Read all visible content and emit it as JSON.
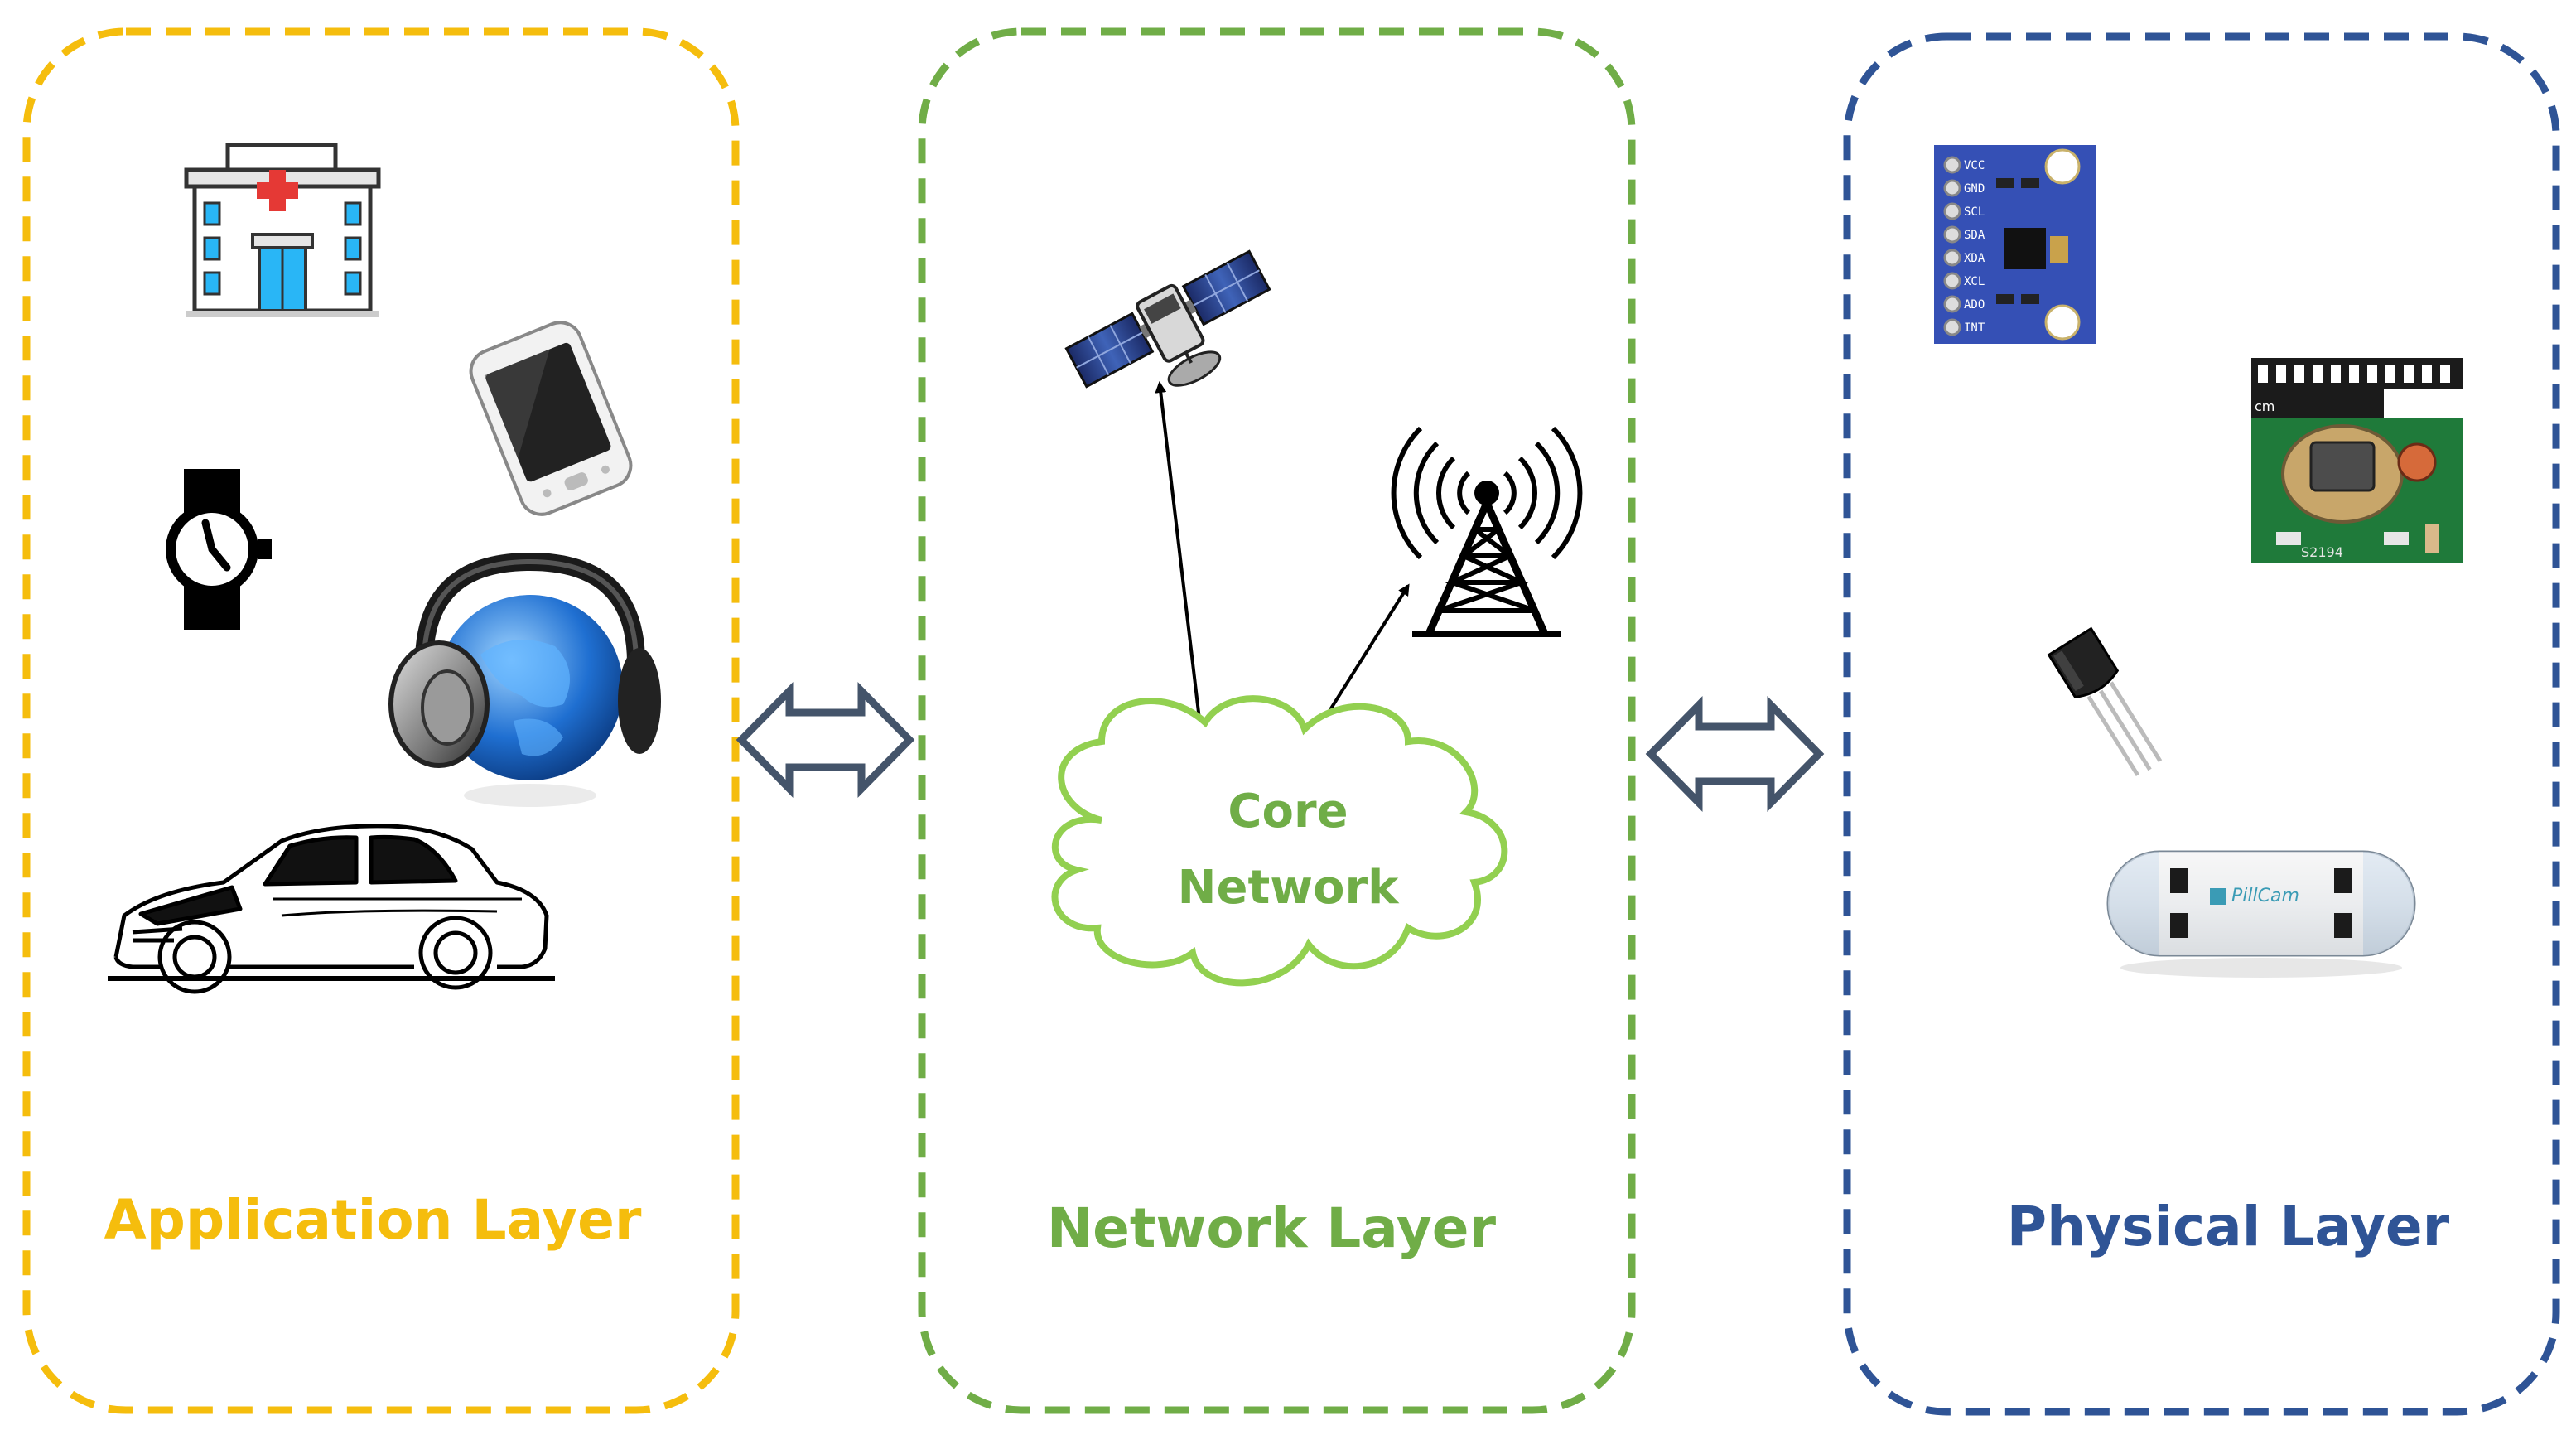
{
  "colors": {
    "application": "#F5BD0D",
    "network": "#70AD47",
    "physical": "#2F5496",
    "arrow_outline": "#44546A",
    "cloud_text": "#70AD47"
  },
  "layers": {
    "application": {
      "title": "Application Layer",
      "icons": [
        "hospital-icon",
        "smartphone-icon",
        "smartwatch-icon",
        "headphones-globe-icon",
        "car-icon"
      ]
    },
    "network": {
      "title": "Network Layer",
      "cloud": {
        "line1": "Core",
        "line2": "Network"
      },
      "icons": [
        "satellite-icon",
        "cell-tower-icon"
      ]
    },
    "physical": {
      "title": "Physical Layer",
      "icons": [
        "accelerometer-board-icon",
        "motion-sensor-board-icon",
        "temperature-sensor-icon",
        "pill-camera-icon"
      ],
      "sensor_board_pins": [
        "VCC",
        "GND",
        "SCL",
        "SDA",
        "XDA",
        "XCL",
        "ADO",
        "INT"
      ],
      "pill_label": "PillCam"
    }
  }
}
